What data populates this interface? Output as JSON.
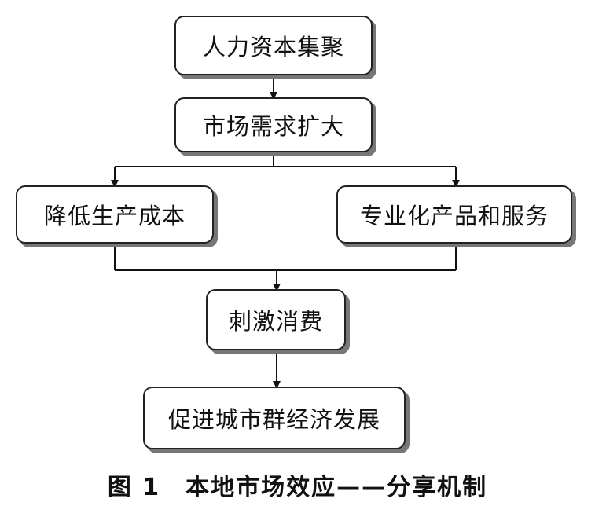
{
  "boxes": {
    "human_capital": "人力资本集聚",
    "market_demand": "市场需求扩大",
    "lower_cost": "降低生产成本",
    "specialized": "专业化产品和服务",
    "stimulate": "刺激消费",
    "promote": "促进城市群经济发展"
  },
  "caption": "图 1　本地市场效应——分享机制"
}
